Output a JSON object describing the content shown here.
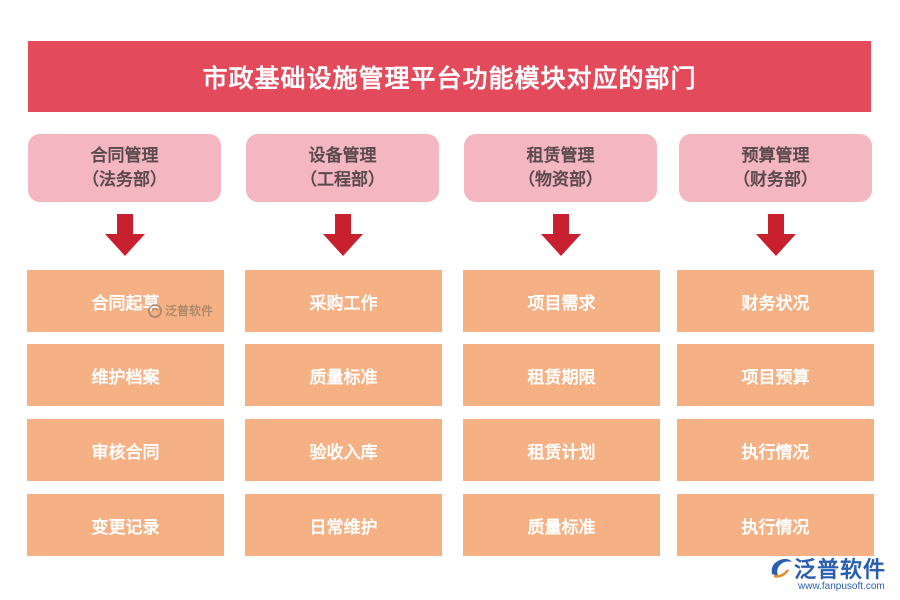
{
  "title": "市政基础设施管理平台功能模块对应的部门",
  "columns": [
    {
      "module": "合同管理",
      "department": "（法务部）",
      "items": [
        "合同起草",
        "维护档案",
        "审核合同",
        "变更记录"
      ]
    },
    {
      "module": "设备管理",
      "department": "（工程部）",
      "items": [
        "采购工作",
        "质量标准",
        "验收入库",
        "日常维护"
      ]
    },
    {
      "module": "租赁管理",
      "department": "（物资部）",
      "items": [
        "项目需求",
        "租赁期限",
        "租赁计划",
        "质量标准"
      ]
    },
    {
      "module": "预算管理",
      "department": "（财务部）",
      "items": [
        "财务状况",
        "项目预算",
        "执行情况",
        "执行情况"
      ]
    }
  ],
  "watermark": {
    "small_text": "泛普软件",
    "brand_name": "泛普软件",
    "brand_url": "www.fanpusoft.com"
  },
  "colors": {
    "title_bg": "#e34a5b",
    "header_bg": "#f4b6c0",
    "item_bg": "#f5b184",
    "arrow": "#c8202f"
  }
}
